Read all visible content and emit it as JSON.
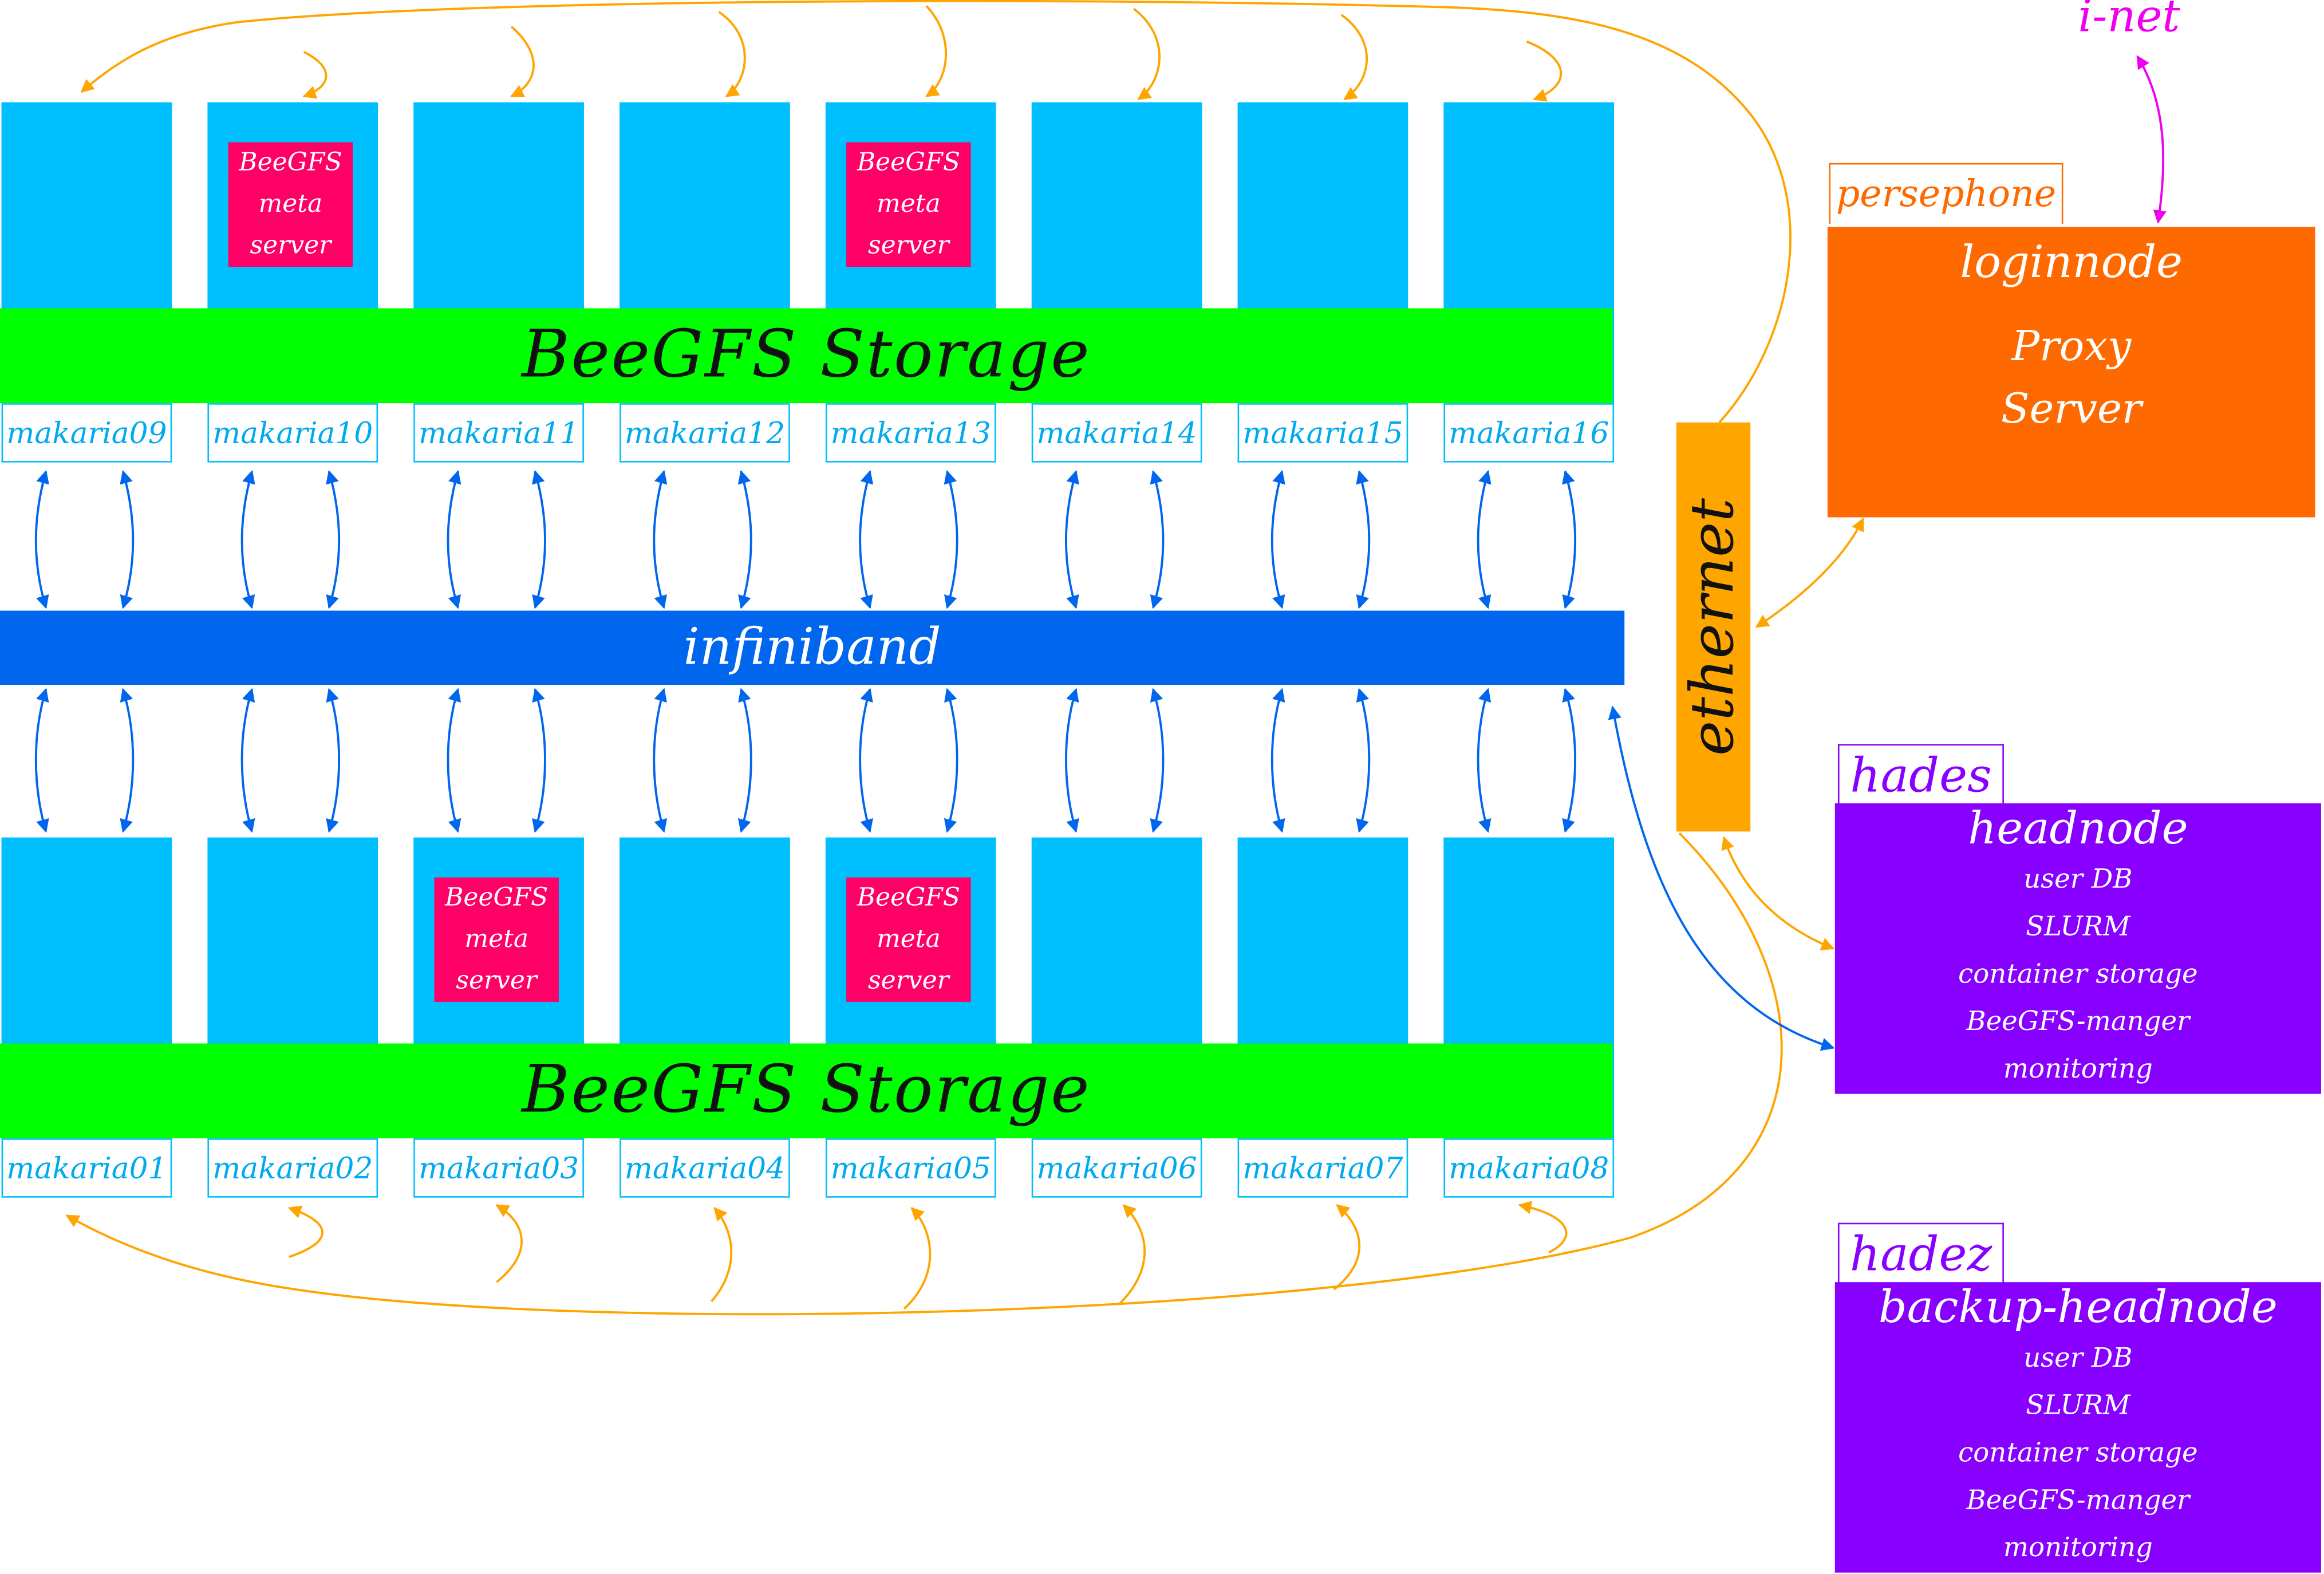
{
  "upper_nodes": [
    "makaria09",
    "makaria10",
    "makaria11",
    "makaria12",
    "makaria13",
    "makaria14",
    "makaria15",
    "makaria16"
  ],
  "lower_nodes": [
    "makaria01",
    "makaria02",
    "makaria03",
    "makaria04",
    "makaria05",
    "makaria06",
    "makaria07",
    "makaria08"
  ],
  "meta_server": {
    "line1": "BeeGFS",
    "line2": "meta",
    "line3": "server"
  },
  "storage_label": "BeeGFS Storage",
  "infiniband_label": "infiniband",
  "ethernet_label": "ethernet",
  "internet_label": "i-net",
  "persephone": {
    "tab": "persephone",
    "title": "loginnode",
    "line1": "Proxy",
    "line2": "Server"
  },
  "hades": {
    "tab": "hades",
    "title": "headnode",
    "items": [
      "user DB",
      "SLURM",
      "container storage",
      "BeeGFS-manger",
      "monitoring"
    ]
  },
  "hadez": {
    "tab": "hadez",
    "title": "backup-headnode",
    "items": [
      "user DB",
      "SLURM",
      "container storage",
      "BeeGFS-manger",
      "monitoring"
    ]
  },
  "colors": {
    "node": "#00bfff",
    "meta": "#ff0066",
    "storage": "#00ff00",
    "infiniband": "#0066ee",
    "ethernet": "#ffa500",
    "login": "#ff6a00",
    "head": "#8800ff",
    "internet": "#ee00ee"
  }
}
